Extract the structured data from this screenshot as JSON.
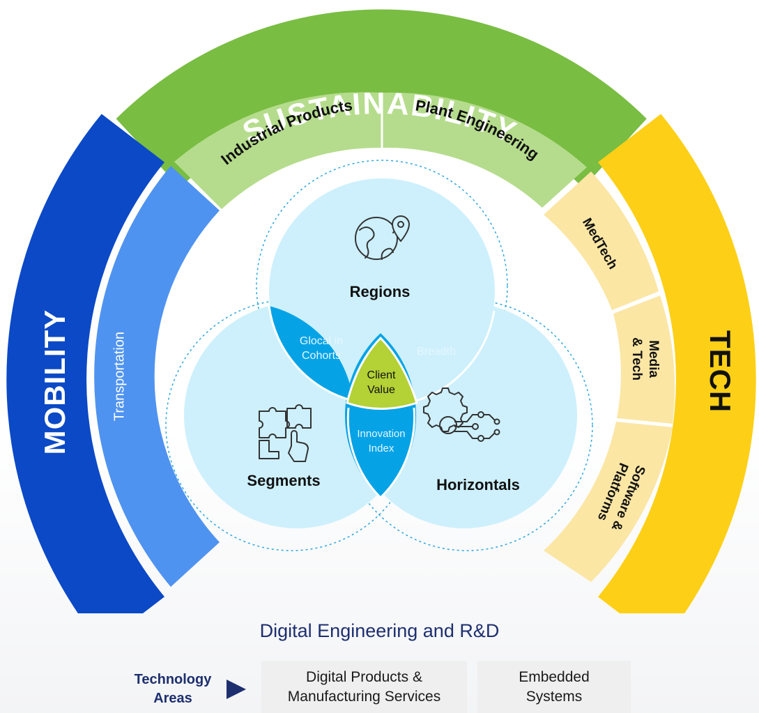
{
  "outer_ring": {
    "sustainability": "SUSTAINABILITY",
    "mobility": "MOBILITY",
    "tech": "TECH"
  },
  "inner_ring": {
    "industrial_products": "Industrial Products",
    "plant_engineering": "Plant Engineering",
    "transportation": "Transportation",
    "medtech": "MedTech",
    "media_tech_line1": "Media",
    "media_tech_line2": "& Tech",
    "software_line1": "Software &",
    "software_line2": "Platforms"
  },
  "venn": {
    "regions": "Regions",
    "segments": "Segments",
    "horizontals": "Horizontals",
    "glocal_line1": "Glocal in",
    "glocal_line2": "Cohorts",
    "breadth": "Breadth",
    "innovation_line1": "Innovation",
    "innovation_line2": "Index",
    "client_line1": "Client",
    "client_line2": "Value"
  },
  "footer": {
    "title": "Digital Engineering and R&D",
    "tech_areas_label_line1": "Technology",
    "tech_areas_label_line2": "Areas",
    "box1_line1": "Digital Products &",
    "box1_line2": "Manufacturing Services",
    "box2_line1": "Embedded",
    "box2_line2": "Systems"
  },
  "colors": {
    "sustainability": "#79bd43",
    "mobility": "#0b49c6",
    "tech": "#fdd017",
    "green_light": "#b5dc8c",
    "blue_mid": "#4f93f0",
    "yellow_light": "#fbe6a4",
    "circle_light": "#cdf0fc",
    "lens": "#05a3e6",
    "client": "#b4d136",
    "navy": "#1d2f6f"
  },
  "icons": [
    "globe-location-icon",
    "puzzle-hand-icon",
    "gear-circuit-icon",
    "play-arrow-icon"
  ]
}
